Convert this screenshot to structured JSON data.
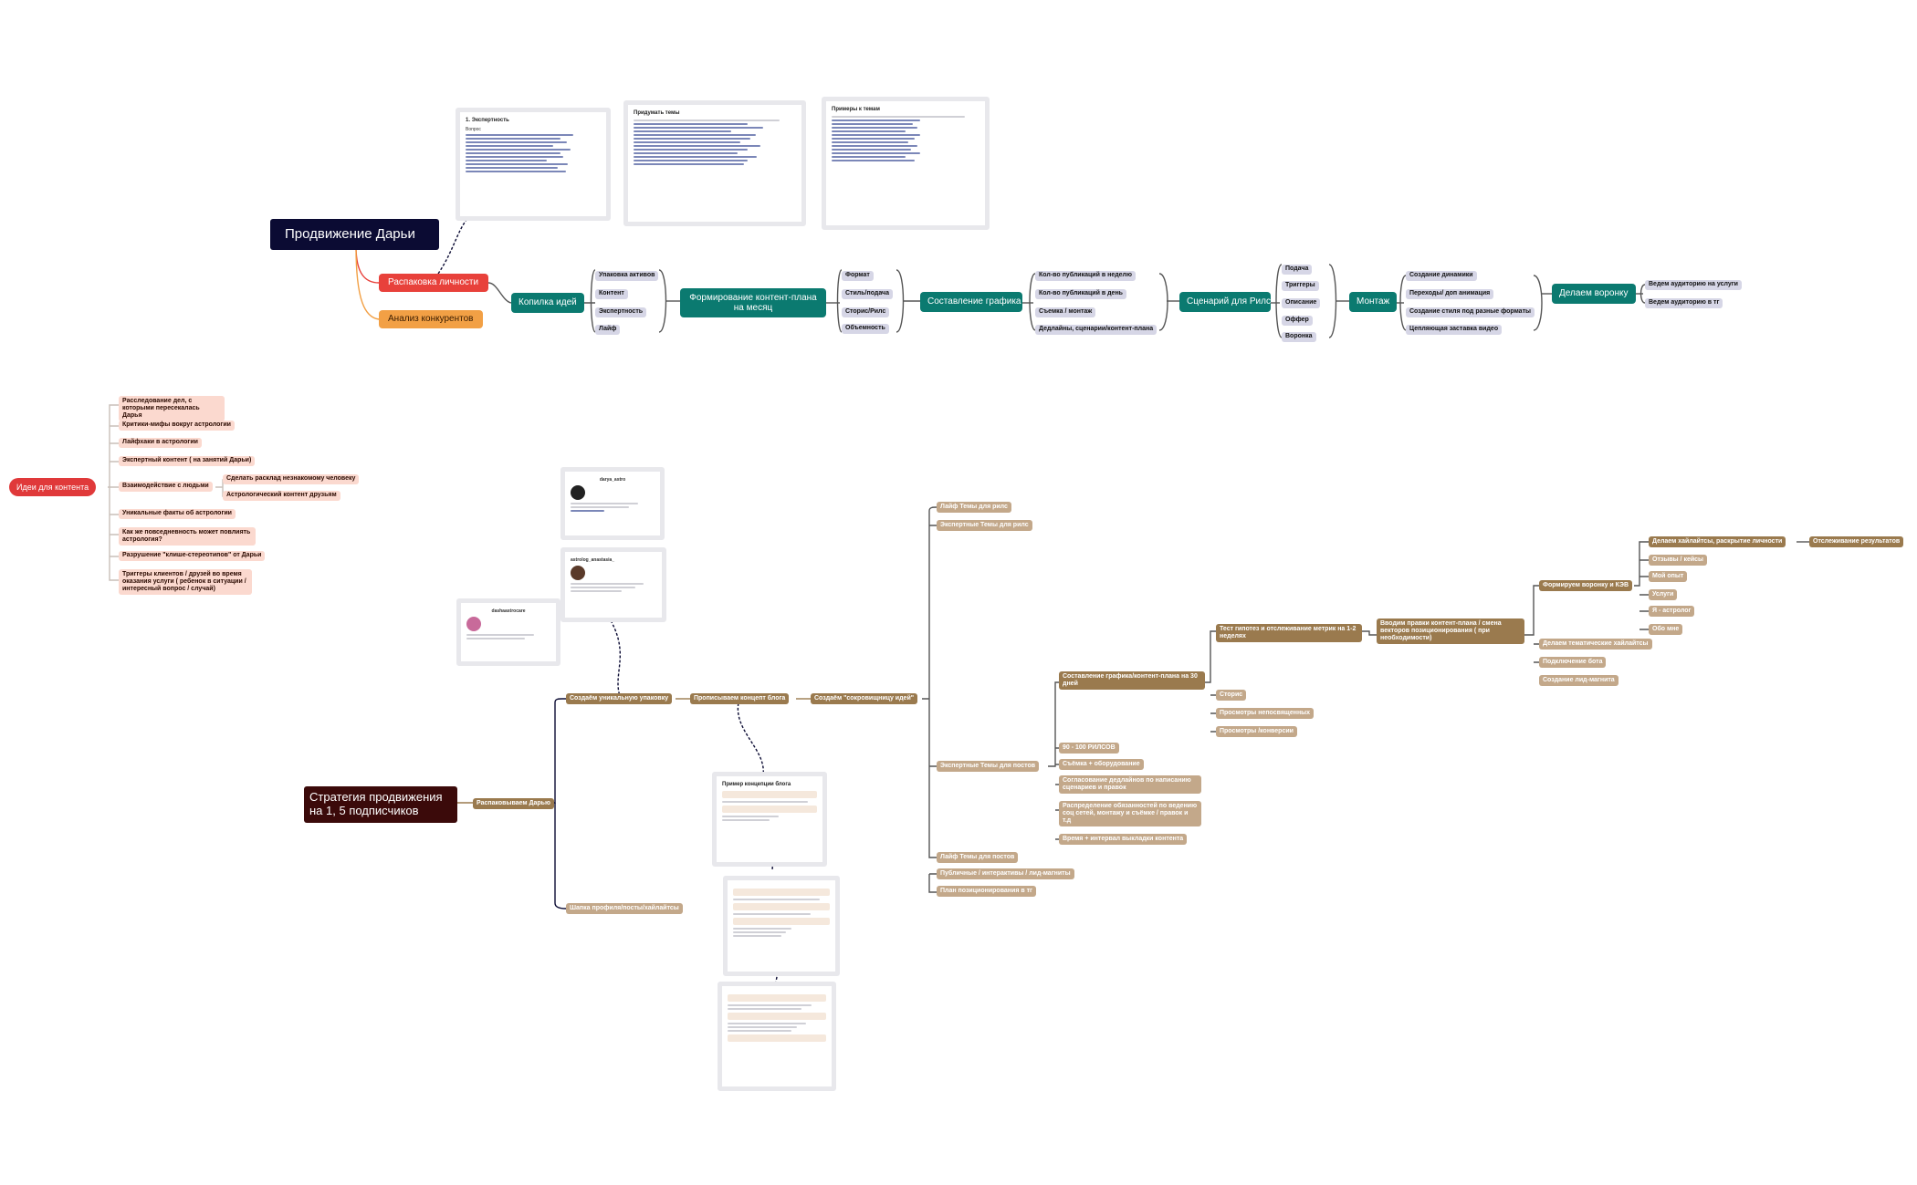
{
  "map1": {
    "root": "Продвижение Дарьи",
    "branch_personality": "Распаковка личности",
    "branch_competitors": "Анализ конкурентов",
    "steps": {
      "ideas": "Копилка идей",
      "content_plan": "Формирование контент-плана на месяц",
      "schedule": "Составление графика",
      "script": "Сценарий для Рилс",
      "edit": "Монтаж",
      "funnel": "Делаем воронку"
    },
    "ideas_items": [
      "Упаковка активов",
      "Контент",
      "Экспертность",
      "Лайф"
    ],
    "content_items": [
      "Формат",
      "Стиль/подача",
      "Сторис/Рилс",
      "Объемность"
    ],
    "schedule_items": [
      "Кол-во публикаций в неделю",
      "Кол-во публикаций в день",
      "Съемка / монтаж",
      "Дедлайны, сценарии/контент-плана"
    ],
    "script_items": [
      "Подача",
      "Триггеры",
      "Описание",
      "Оффер",
      "Воронка"
    ],
    "edit_items": [
      "Создание динамики",
      "Переходы/ доп анимация",
      "Создание стиля под разные форматы",
      "Цепляющая заставка видео"
    ],
    "funnel_items": [
      "Ведем аудиторию на услуги",
      "Ведем аудиторию в тг"
    ]
  },
  "map_ideas": {
    "root": "Идеи для контента",
    "items": [
      "Расследование дел, с которыми пересекалась Дарья",
      "Критики-мифы вокруг астрологии",
      "Лайфхаки в астрологии",
      "Экспертный контент ( на занятий Дарьи)",
      "Взаимодействие с людьми",
      "Уникальные факты об астрологии",
      "Как же повседневность может повлиять астрология?",
      "Разрушение \"клише-стереотипов\" от Дарьи",
      "Триггеры клиентов / друзей во время оказания услуги ( ребенок в ситуации / интересный вопрос / случай)"
    ],
    "sub_items": [
      "Сделать расклад незнакомому человеку",
      "Астрологический контент друзьям"
    ]
  },
  "map2": {
    "root": "Стратегия продвижения на 1, 5 подписчиков",
    "level1": [
      "Распаковываем Дарью"
    ],
    "level2": [
      "Создаём уникальную упаковку",
      "Шапка профиля/посты/хайлайтсы"
    ],
    "level3": [
      "Прописываем концепт блога"
    ],
    "level4": [
      "Создаём \"сокровищницу идей\""
    ],
    "level5": [
      "Лайф Темы для рилс",
      "Экспертные Темы для рилс",
      "Экспертные Темы для постов",
      "Лайф Темы для постов",
      "Публичные / интерактивы / лид-магниты",
      "План позиционирования в тг"
    ],
    "posts_items": [
      "Составление графика/контент-плана на 30 дней",
      "90 - 100 РИЛСОВ",
      "Съёмка + оборудование",
      "Согласование дедлайнов по написанию сценариев и правок",
      "Распределение обязанностей по ведению соц сетей, монтажу и съёмке / правок и т.д",
      "Время + интервал выкладки контента"
    ],
    "graph_items": [
      "Тест гипотез и отслеживание метрик на 1-2 неделях",
      "Сторис",
      "Просмотры непосвященных",
      "Просмотры /конверсии"
    ],
    "intro": "Вводим правки контент-плана / смена векторов позиционирования ( при необходимости)",
    "funnel": "Формируем воронку и КЭВ",
    "funnel_items": [
      "Делаем хайлайтсы, раскрытие личности",
      "Отзывы / кейсы",
      "Мой опыт",
      "Услуги",
      "Я - астролог",
      "Обо мне"
    ],
    "results": "Отслеживание результатов",
    "extra_items": [
      "Делаем тематические хайлайтсы",
      "Подключение бота",
      "Создание лид-магнита"
    ]
  },
  "thumbnails": {
    "t1_title": "1. Экспертность",
    "t1_sub": "Вопрос",
    "t2_title": "Придумать темы",
    "t3_title": "Примеры к темам",
    "profile1": "darya_astro",
    "profile2": "astrolog_anastasia_",
    "profile3": "dashaastrocare",
    "concept_title": "Пример концепции блога"
  }
}
